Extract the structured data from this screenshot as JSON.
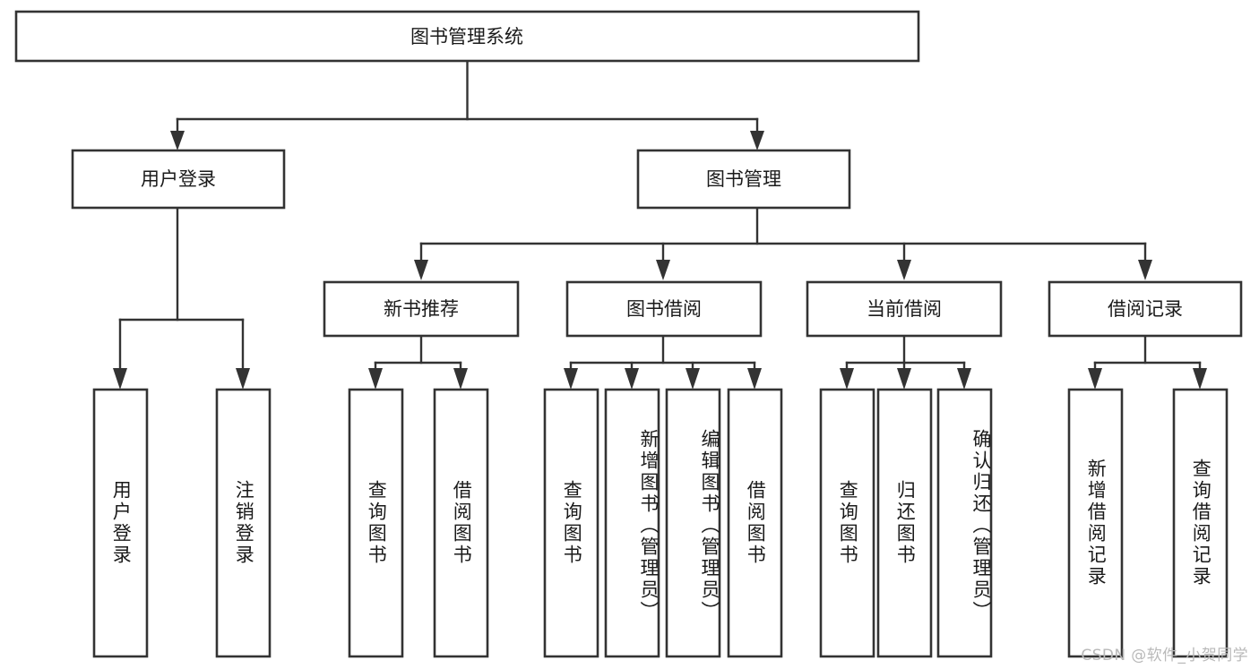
{
  "diagram": {
    "type": "tree-hierarchy-flowchart",
    "orientation": "top-down",
    "root": {
      "id": "root",
      "label": "图书管理系统"
    },
    "level2": [
      {
        "id": "user-login",
        "label": "用户登录"
      },
      {
        "id": "book-manage",
        "label": "图书管理"
      }
    ],
    "level3": [
      {
        "id": "new-book-rec",
        "label": "新书推荐",
        "parent": "book-manage"
      },
      {
        "id": "book-borrow",
        "label": "图书借阅",
        "parent": "book-manage"
      },
      {
        "id": "current-borrow",
        "label": "当前借阅",
        "parent": "book-manage"
      },
      {
        "id": "borrow-record",
        "label": "借阅记录",
        "parent": "book-manage"
      }
    ],
    "leaves": {
      "user-login": [
        {
          "id": "leaf-user-login",
          "label": "用户登录"
        },
        {
          "id": "leaf-logout",
          "label": "注销登录"
        }
      ],
      "new-book-rec": [
        {
          "id": "leaf-query-book-1",
          "label": "查询图书"
        },
        {
          "id": "leaf-borrow-book-1",
          "label": "借阅图书"
        }
      ],
      "book-borrow": [
        {
          "id": "leaf-query-book-2",
          "label": "查询图书"
        },
        {
          "id": "leaf-add-book",
          "label": "新增图书（管理员）"
        },
        {
          "id": "leaf-edit-book",
          "label": "编辑图书（管理员）"
        },
        {
          "id": "leaf-borrow-book-2",
          "label": "借阅图书"
        }
      ],
      "current-borrow": [
        {
          "id": "leaf-query-book-3",
          "label": "查询图书"
        },
        {
          "id": "leaf-return-book",
          "label": "归还图书"
        },
        {
          "id": "leaf-confirm-return",
          "label": "确认归还（管理员）"
        }
      ],
      "borrow-record": [
        {
          "id": "leaf-add-record",
          "label": "新增借阅记录"
        },
        {
          "id": "leaf-query-record",
          "label": "查询借阅记录"
        }
      ]
    }
  },
  "watermark": {
    "text": "CSDN @软件_小贺同学"
  },
  "colors": {
    "box_stroke": "#333333",
    "box_fill": "#ffffff",
    "text": "#1a1a1a",
    "background": "#ffffff",
    "watermark": "#b9b9b9"
  }
}
